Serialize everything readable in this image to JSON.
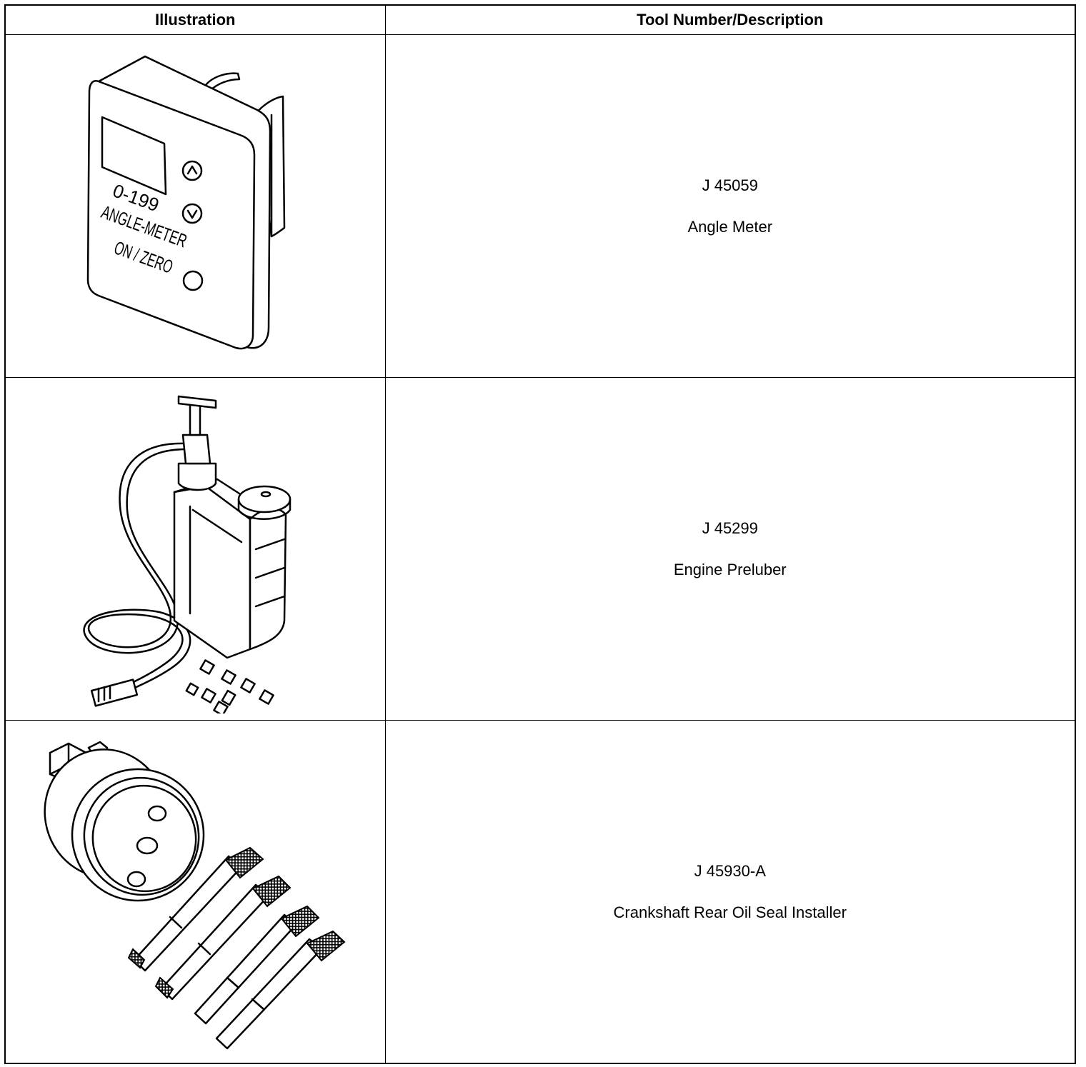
{
  "table": {
    "headers": {
      "illustration": "Illustration",
      "tool": "Tool Number/Description"
    },
    "rows": [
      {
        "tool_number": "J 45059",
        "description": "Angle Meter",
        "illustration_icon": "angle-meter-icon",
        "device_text": {
          "range": "0-199",
          "name": "ANGLE-METER",
          "button": "ON / ZERO"
        }
      },
      {
        "tool_number": "J 45299",
        "description": "Engine Preluber",
        "illustration_icon": "engine-preluber-icon"
      },
      {
        "tool_number": "J 45930-A",
        "description": "Crankshaft Rear Oil Seal Installer",
        "illustration_icon": "seal-installer-icon"
      }
    ]
  }
}
